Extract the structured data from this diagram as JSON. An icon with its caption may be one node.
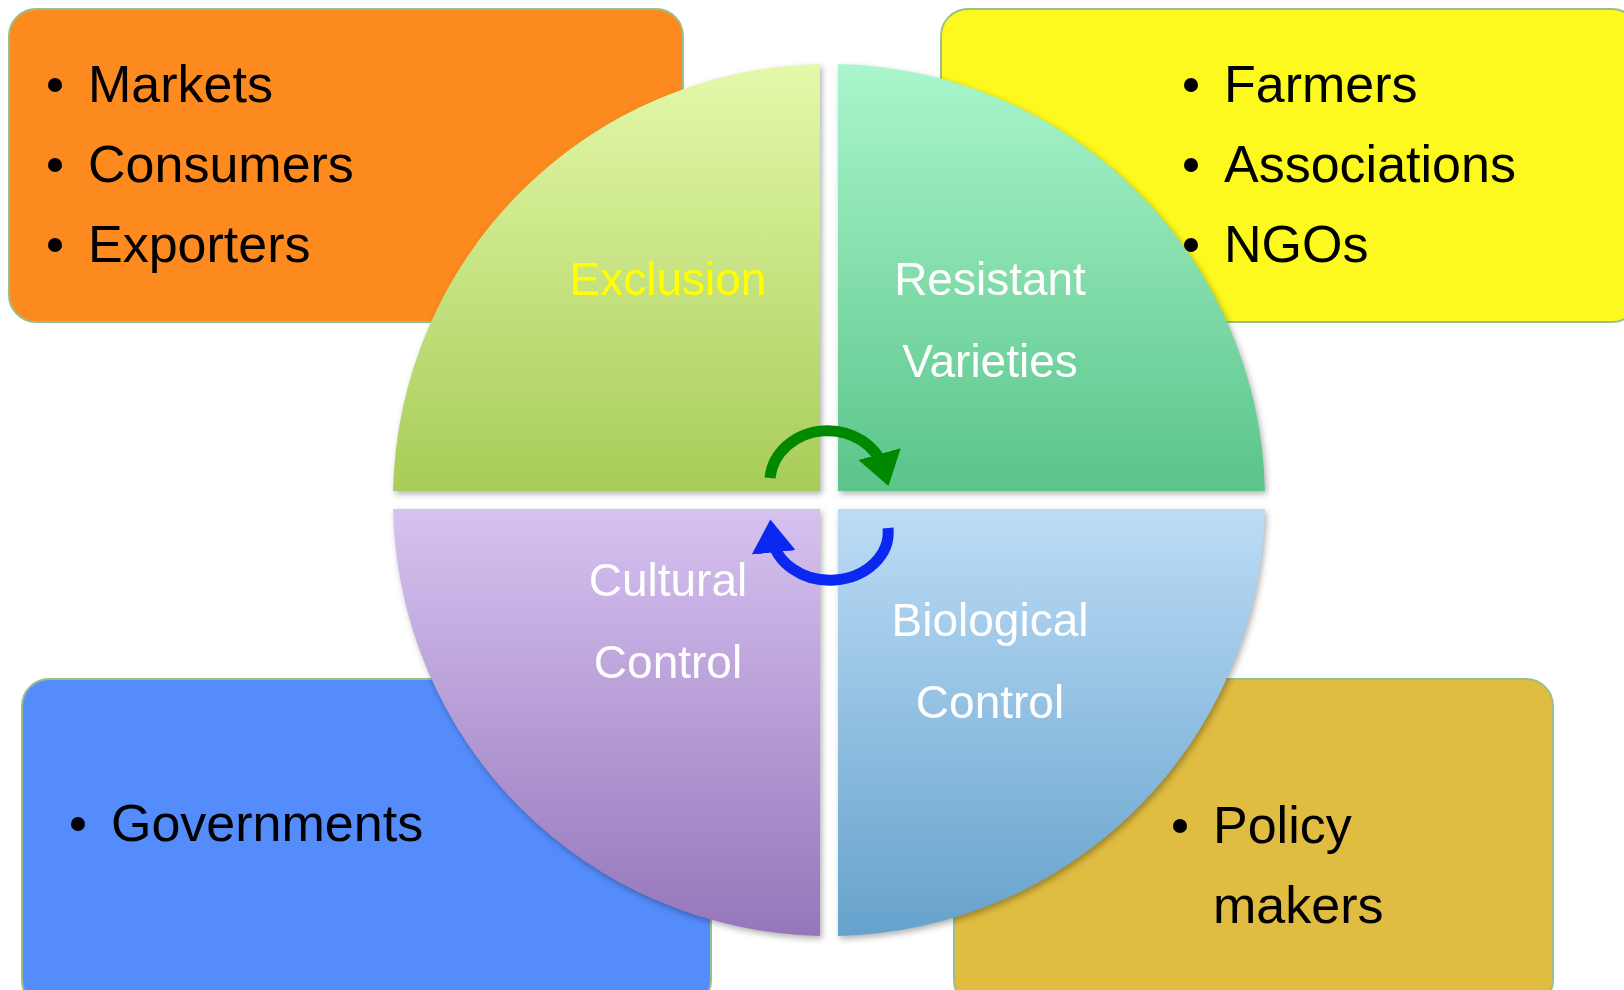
{
  "diagram": {
    "nodes": [
      {
        "text": [
          "Markets",
          "Consumers",
          "Exporters"
        ]
      },
      {
        "text": [
          "Farmers",
          "Associations",
          "NGOs"
        ]
      },
      {
        "text": [
          "Exclusion"
        ]
      },
      {
        "text": [
          "Resistant Varieties"
        ]
      },
      {
        "text": [
          "Cultural Control"
        ]
      },
      {
        "text": [
          "Biological Control"
        ]
      },
      {
        "text": [
          "Governments"
        ]
      },
      {
        "text": [
          "Policy makers"
        ]
      }
    ],
    "edges": [
      {
        "from": 2,
        "to": 3,
        "arrow": "to",
        "color": "#008800"
      },
      {
        "from": 5,
        "to": 4,
        "arrow": "to",
        "color": "#0a28f0"
      }
    ]
  }
}
